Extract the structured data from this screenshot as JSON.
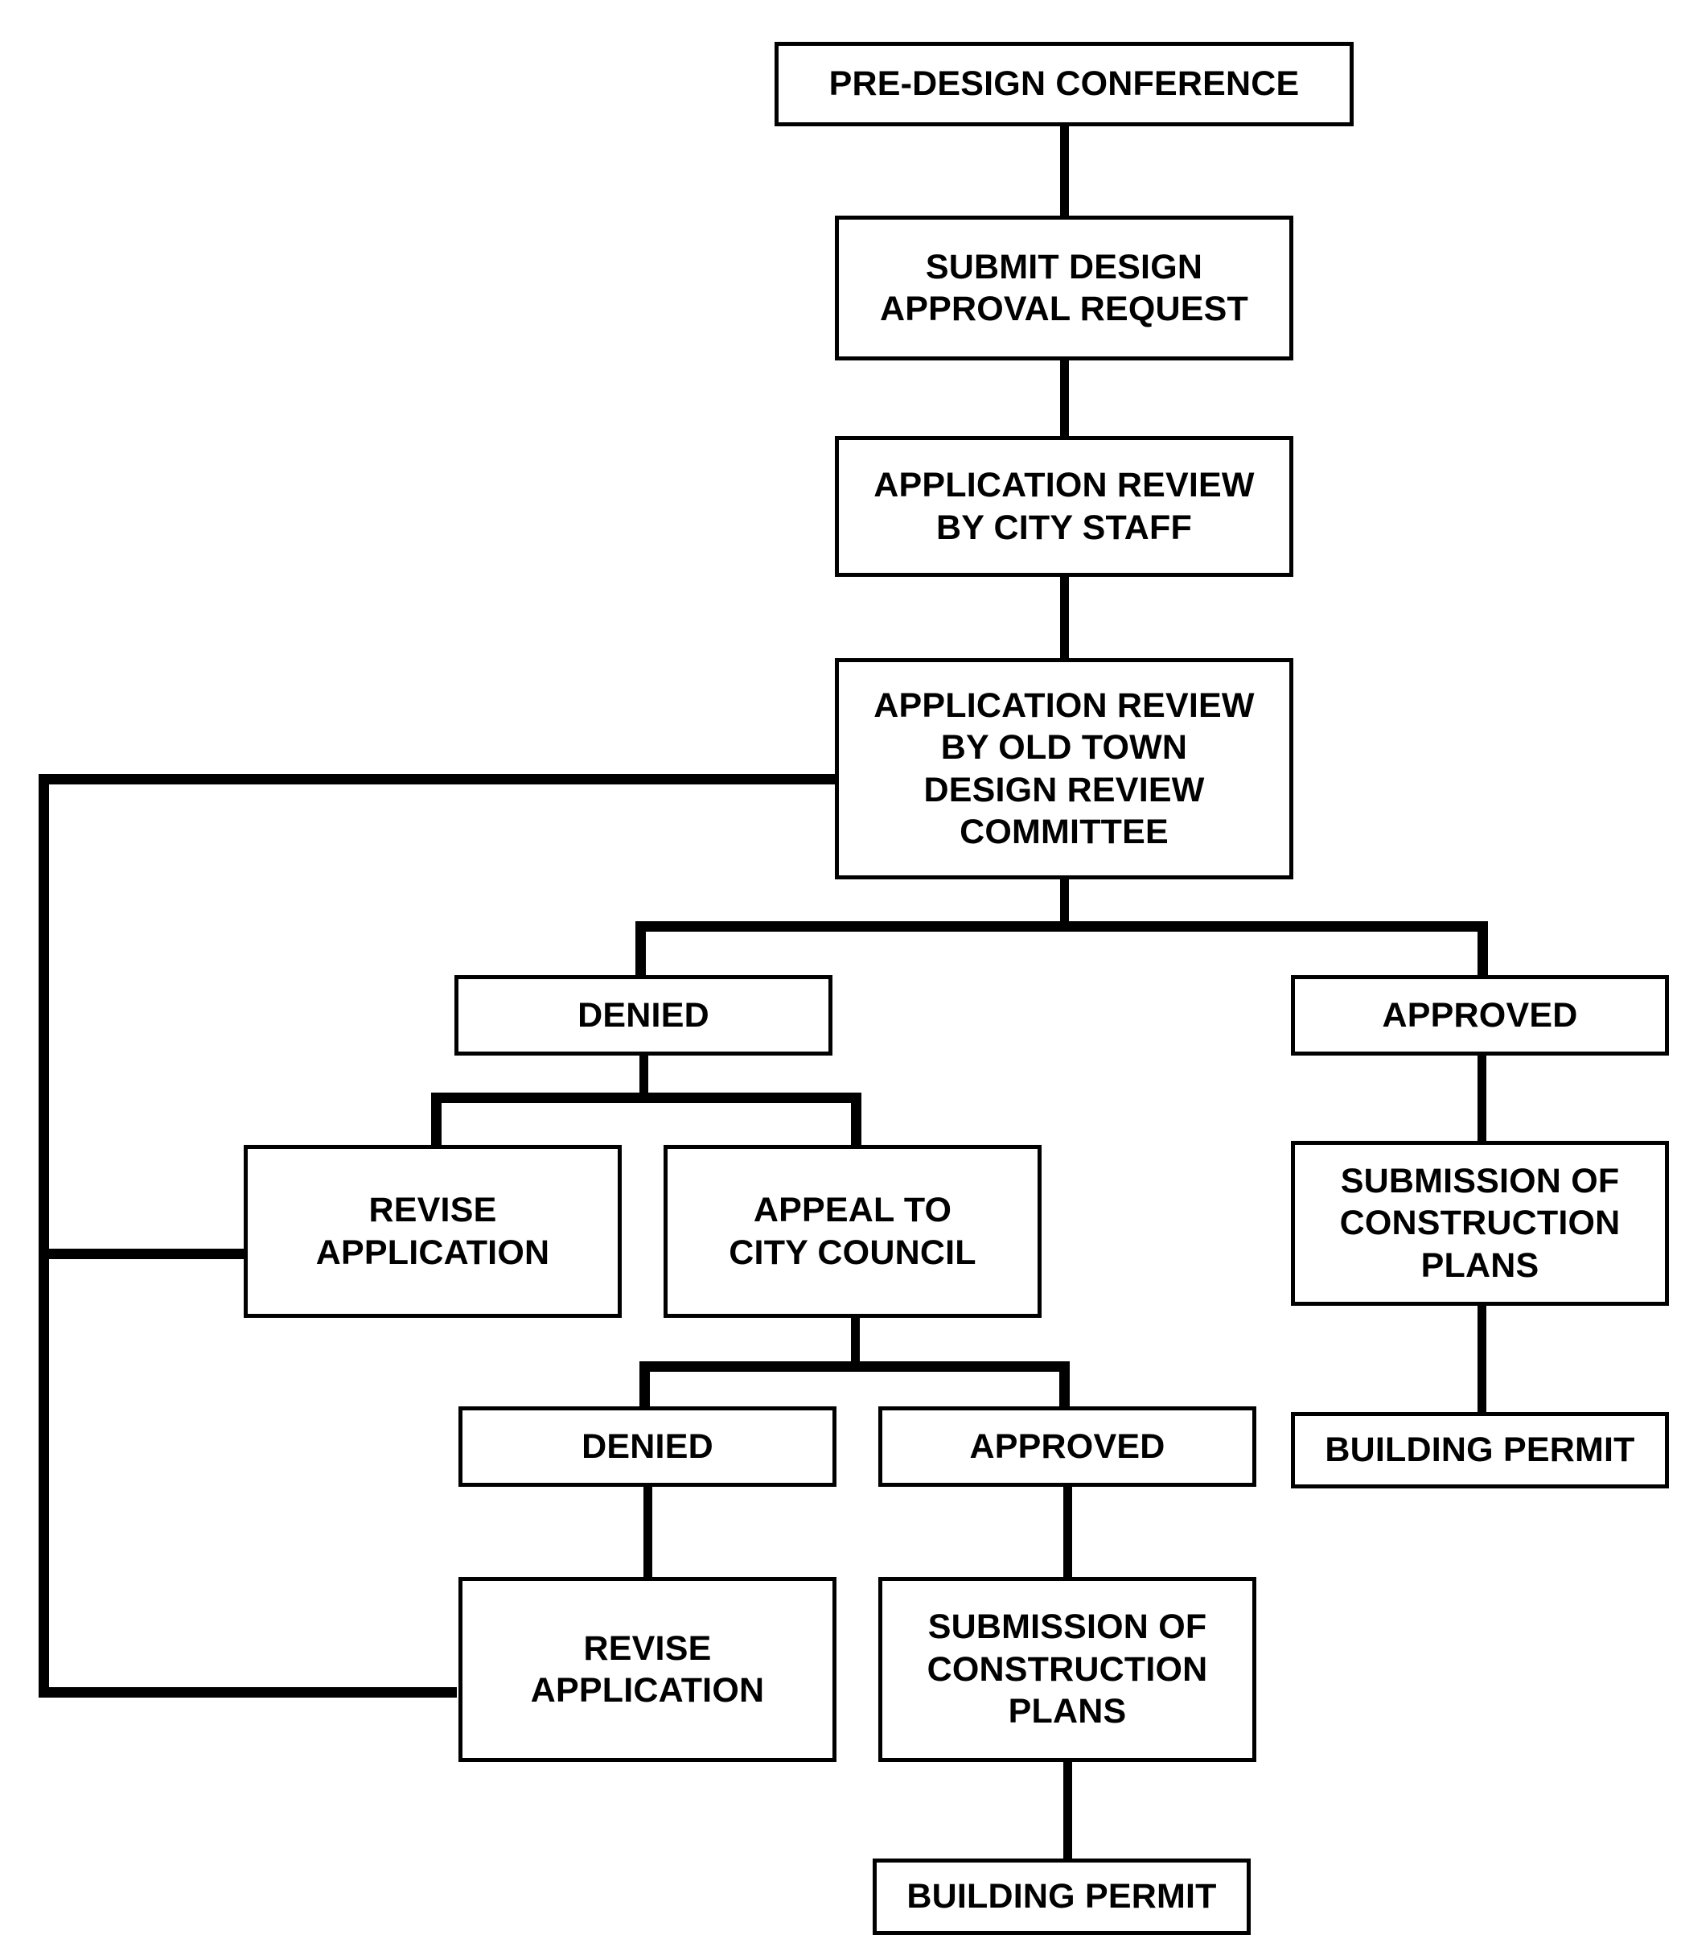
{
  "diagram": {
    "title": "Old Town Design Review / Building Permit Process Flowchart",
    "type": "flowchart",
    "orientation": "top-down",
    "line_color": "#000000",
    "box_fill": "#ffffff",
    "box_border_color": "#000000",
    "text_color": "#000000"
  },
  "nodes": {
    "pre_design_conference": "PRE-DESIGN CONFERENCE",
    "submit_design_approval_request": "SUBMIT DESIGN\nAPPROVAL REQUEST",
    "application_review_city_staff": "APPLICATION REVIEW\nBY CITY STAFF",
    "application_review_old_town": "APPLICATION REVIEW\nBY OLD TOWN\nDESIGN REVIEW\nCOMMITTEE",
    "committee_denied": "DENIED",
    "committee_approved": "APPROVED",
    "revise_application_1": "REVISE\nAPPLICATION",
    "appeal_to_city_council": "APPEAL TO\nCITY COUNCIL",
    "submission_construction_plans_1": "SUBMISSION OF\nCONSTRUCTION\nPLANS",
    "building_permit_1": "BUILDING PERMIT",
    "council_denied": "DENIED",
    "council_approved": "APPROVED",
    "revise_application_2": "REVISE\nAPPLICATION",
    "submission_construction_plans_2": "SUBMISSION OF\nCONSTRUCTION\nPLANS",
    "building_permit_2": "BUILDING PERMIT"
  },
  "edges": [
    {
      "from": "pre_design_conference",
      "to": "submit_design_approval_request"
    },
    {
      "from": "submit_design_approval_request",
      "to": "application_review_city_staff"
    },
    {
      "from": "application_review_city_staff",
      "to": "application_review_old_town"
    },
    {
      "from": "application_review_old_town",
      "to": "committee_denied"
    },
    {
      "from": "application_review_old_town",
      "to": "committee_approved"
    },
    {
      "from": "committee_denied",
      "to": "revise_application_1"
    },
    {
      "from": "committee_denied",
      "to": "appeal_to_city_council"
    },
    {
      "from": "committee_approved",
      "to": "submission_construction_plans_1"
    },
    {
      "from": "submission_construction_plans_1",
      "to": "building_permit_1"
    },
    {
      "from": "appeal_to_city_council",
      "to": "council_denied"
    },
    {
      "from": "appeal_to_city_council",
      "to": "council_approved"
    },
    {
      "from": "council_denied",
      "to": "revise_application_2"
    },
    {
      "from": "council_approved",
      "to": "submission_construction_plans_2"
    },
    {
      "from": "submission_construction_plans_2",
      "to": "building_permit_2"
    },
    {
      "from": "revise_application_1",
      "to": "application_review_old_town",
      "kind": "feedback-loop-left"
    },
    {
      "from": "revise_application_2",
      "to": "application_review_old_town",
      "kind": "feedback-loop-left"
    }
  ]
}
